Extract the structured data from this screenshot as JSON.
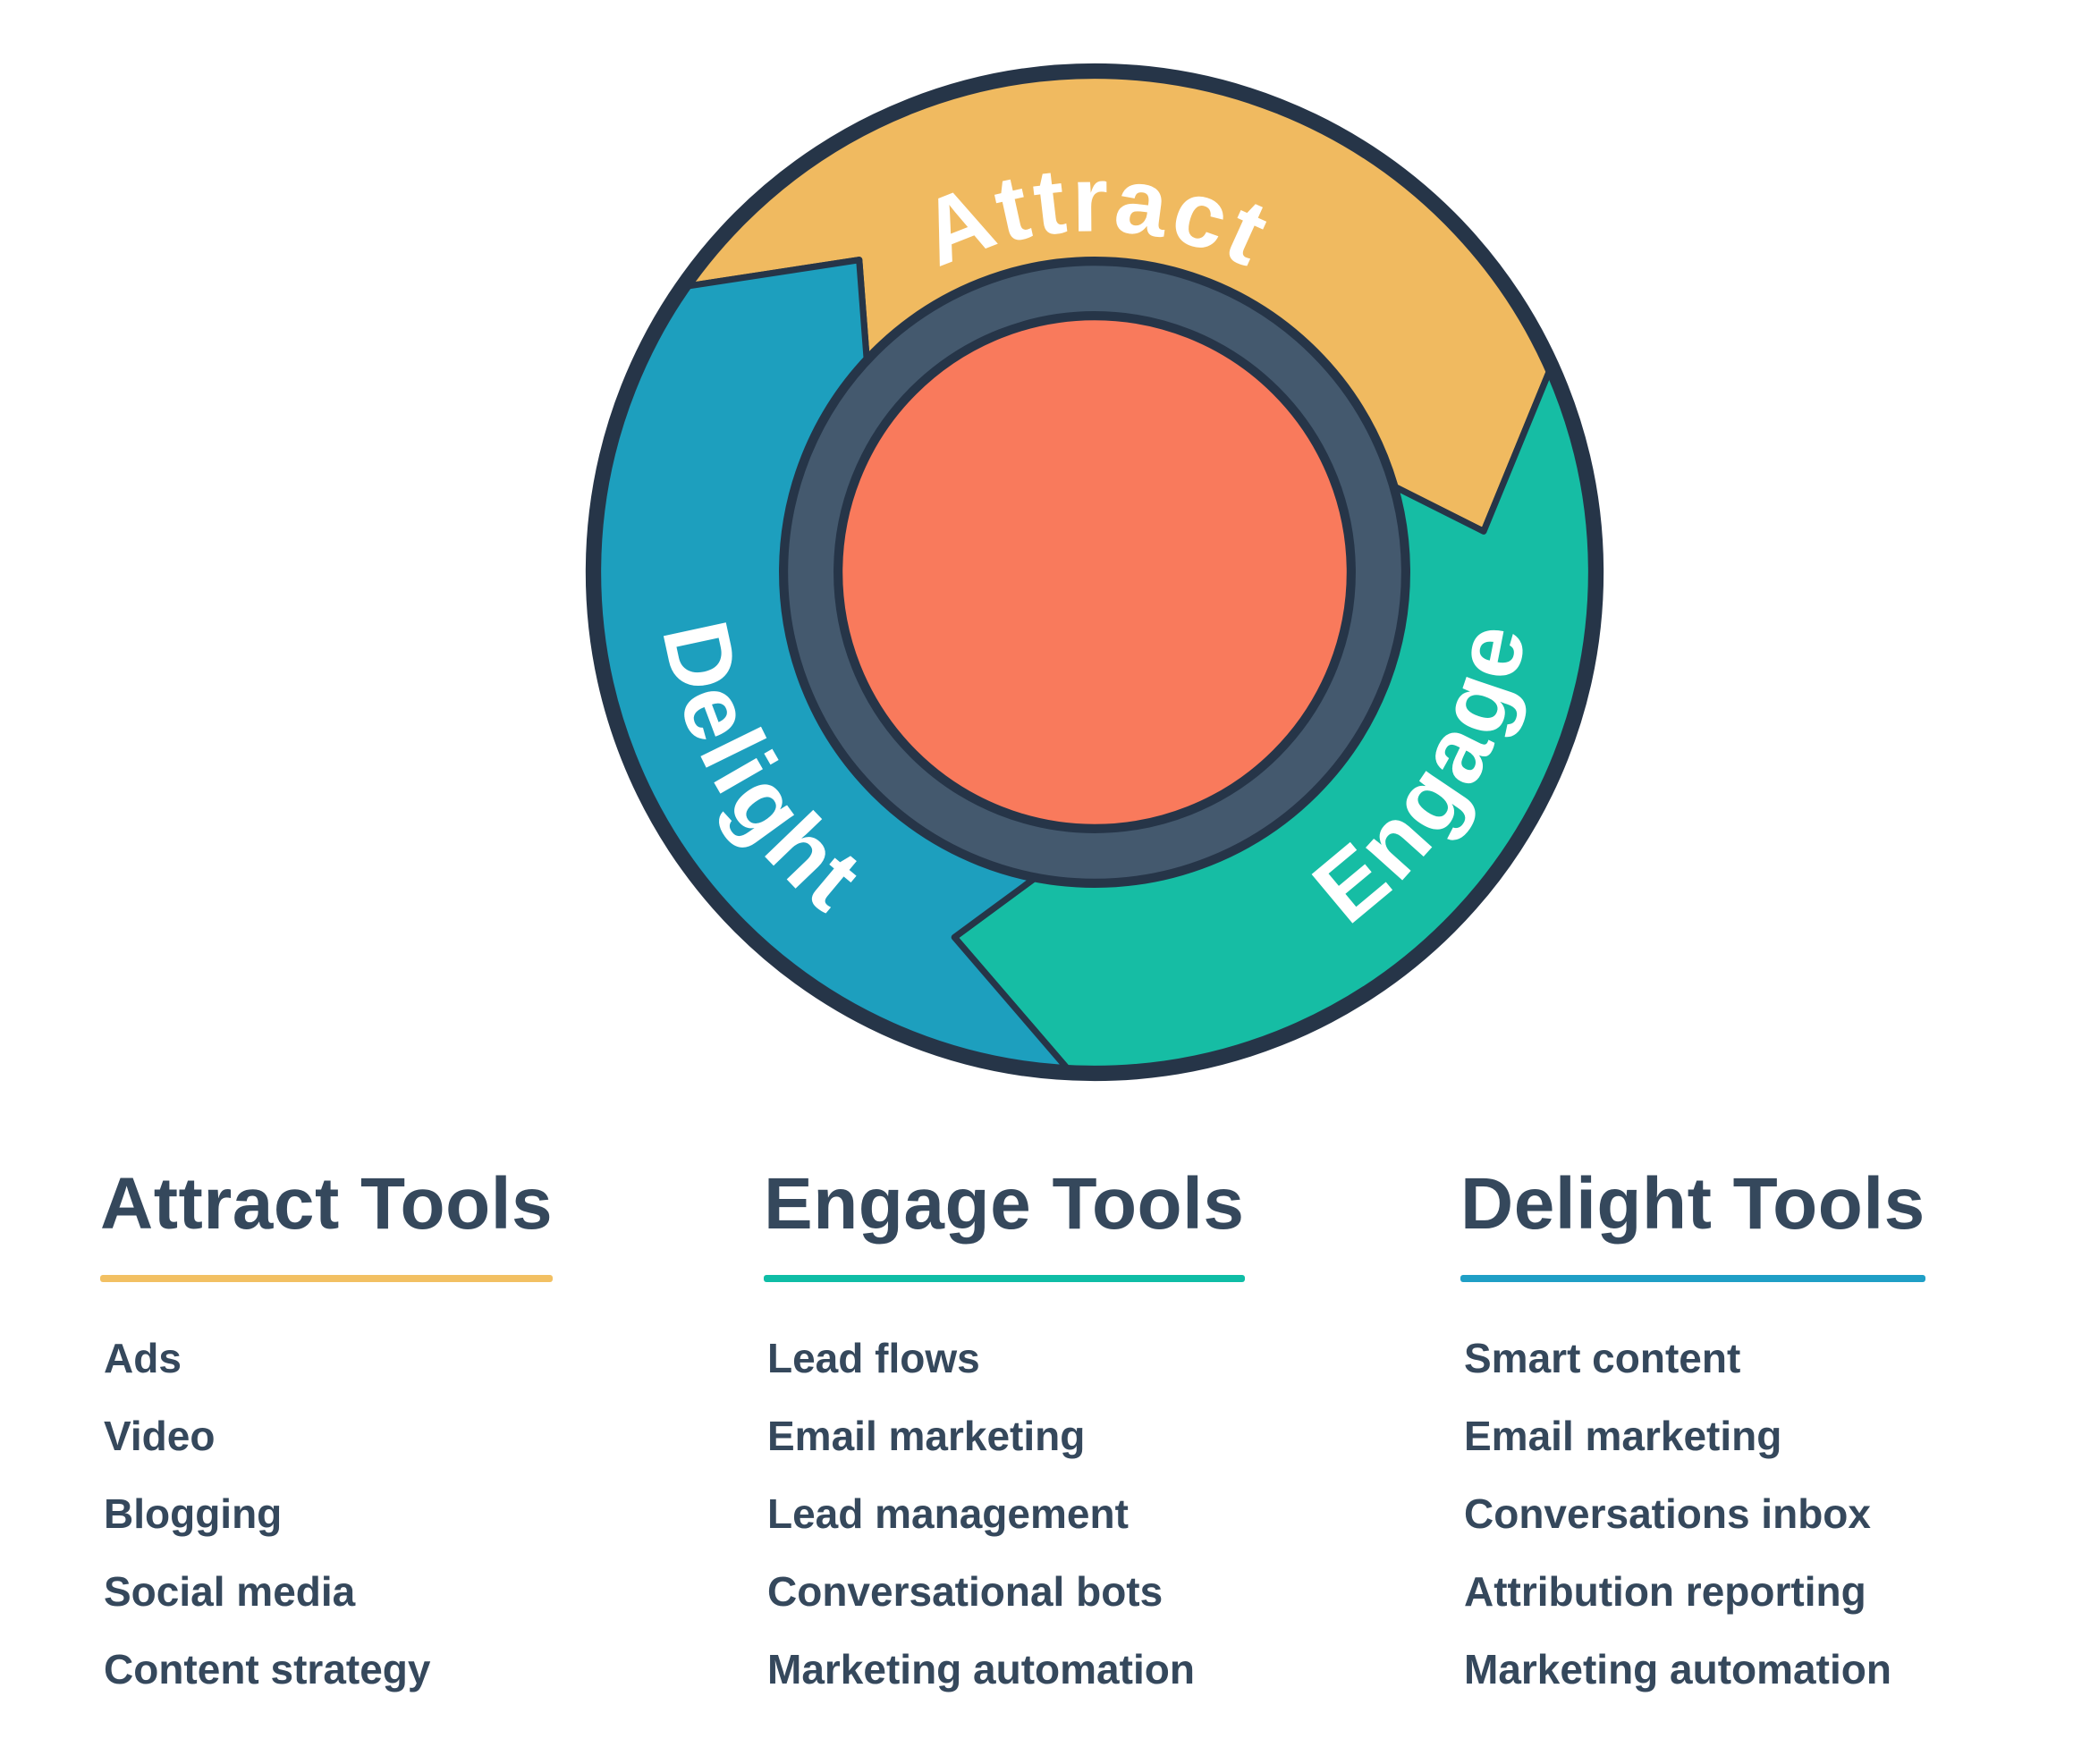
{
  "flywheel": {
    "labels": {
      "attract": "Attract",
      "engage": "Engage",
      "delight": "Delight"
    },
    "colors": {
      "attract_segment": "#f0ba60",
      "engage_segment": "#16bda4",
      "delight_segment": "#1d9fbe",
      "hub": "#f97a5c",
      "inner_ring": "#44596e",
      "outline": "#263548"
    }
  },
  "columns": [
    {
      "title": "Attract Tools",
      "underline_color": "#f2c063",
      "items": [
        "Ads",
        "Video",
        "Blogging",
        "Social media",
        "Content strategy"
      ]
    },
    {
      "title": "Engage Tools",
      "underline_color": "#0fbda6",
      "items": [
        "Lead flows",
        "Email marketing",
        "Lead management",
        "Conversational bots",
        "Marketing automation"
      ]
    },
    {
      "title": "Delight Tools",
      "underline_color": "#1f9fc6",
      "items": [
        "Smart content",
        "Email marketing",
        "Conversations inbox",
        "Attribution reporting",
        "Marketing automation"
      ]
    }
  ]
}
